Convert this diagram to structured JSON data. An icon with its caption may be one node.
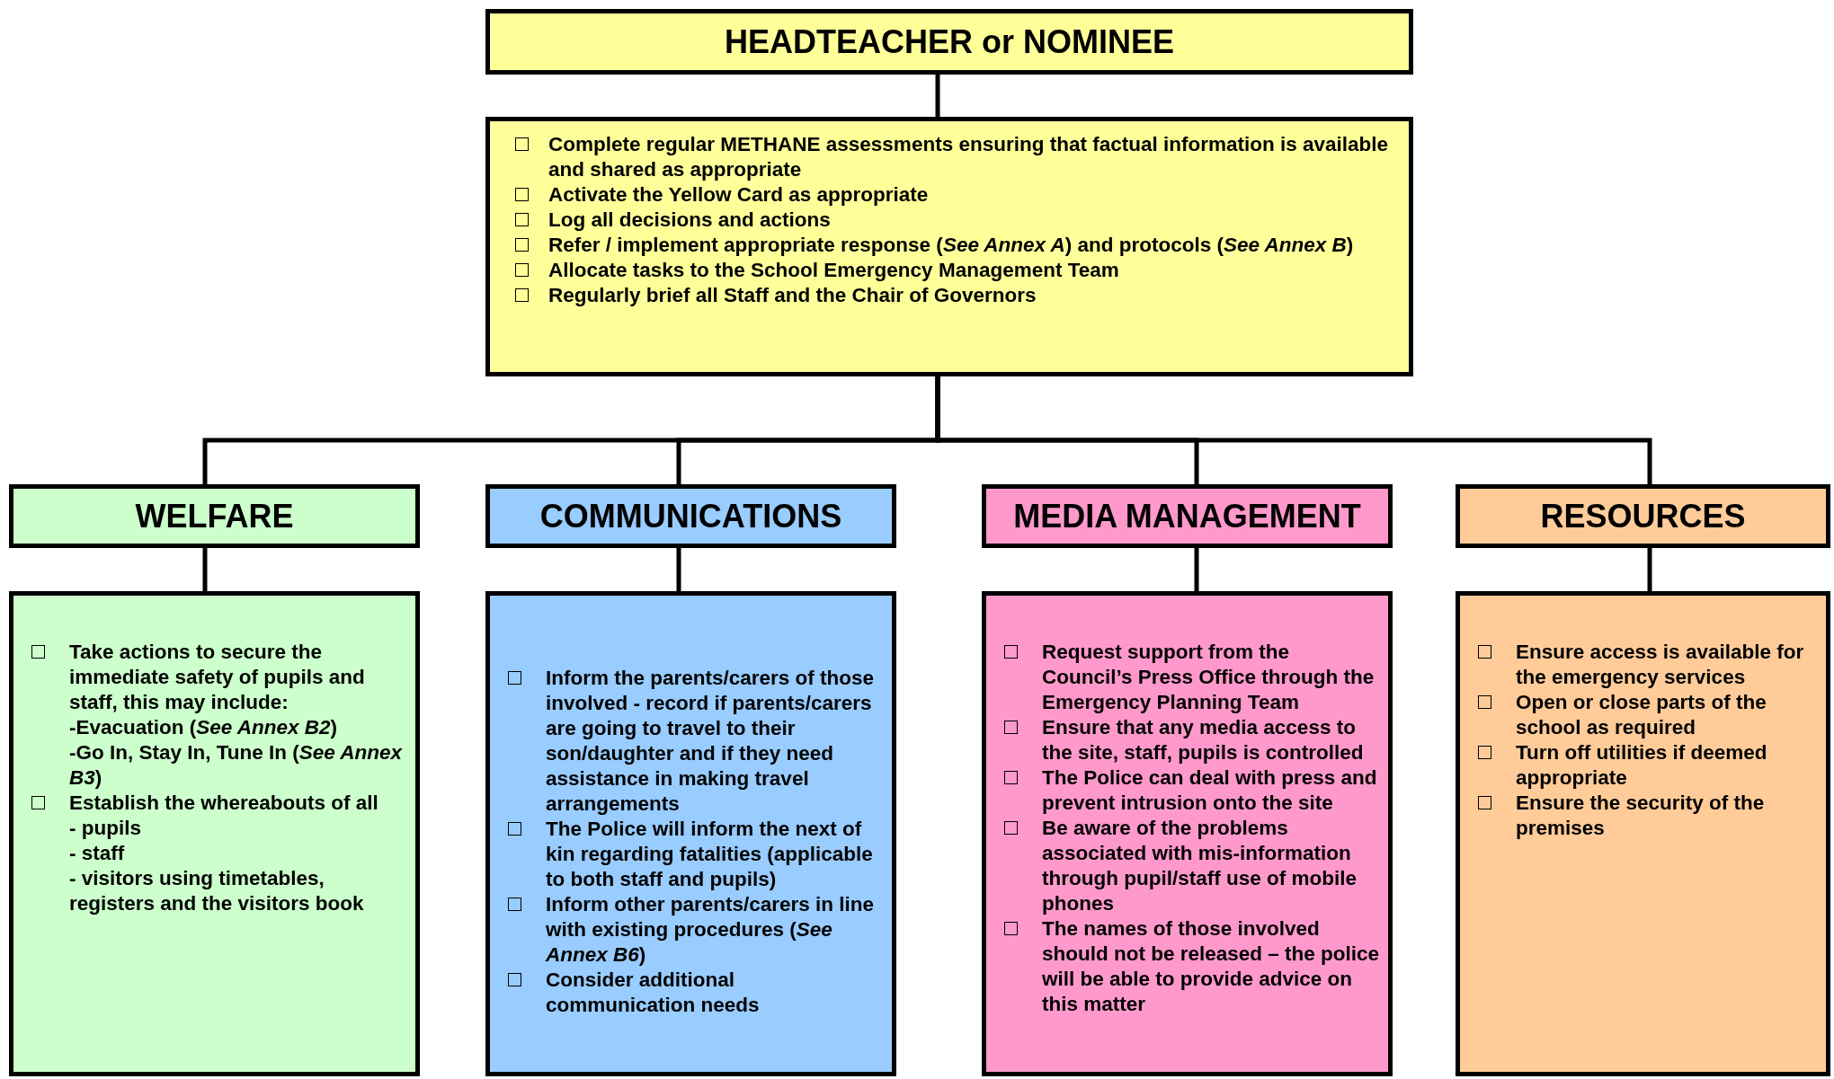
{
  "diagram": {
    "nodes": [
      {
        "text": [
          "HEADTEACHER or NOMINEE"
        ]
      },
      {
        "text": [
          "Complete regular METHANE assessments ensuring that factual information is available and shared as appropriate",
          "Activate the Yellow Card as appropriate",
          "Log all decisions and actions",
          "Refer / implement appropriate response (*See Annex A*) and protocols (*See Annex B*)",
          "Allocate tasks to the School Emergency Management Team",
          "Regularly brief all Staff and the Chair of Governors"
        ]
      },
      {
        "text": [
          "WELFARE"
        ]
      },
      {
        "text": [
          "COMMUNICATIONS"
        ]
      },
      {
        "text": [
          "MEDIA MANAGEMENT"
        ]
      },
      {
        "text": [
          "RESOURCES"
        ]
      },
      {
        "text": [
          "Take actions to secure the immediate safety of pupils and staff, this may include:",
          "-Evacuation (*See Annex B2*)",
          "-Go In, Stay In, Tune In (*See Annex B3*)",
          "Establish the whereabouts of all",
          "- pupils",
          "- staff",
          "- visitors using timetables, registers and the visitors book"
        ]
      },
      {
        "text": [
          "Inform the parents/carers of those involved - record if parents/carers are going to travel to their son/daughter and if they need assistance in making travel arrangements",
          "The Police will inform the next of kin regarding fatalities (applicable to both staff and pupils)",
          "Inform other parents/carers in line with existing procedures (*See Annex B6*)",
          "Consider additional communication needs"
        ]
      },
      {
        "text": [
          "Request support from the Council’s Press Office through the Emergency Planning Team",
          "Ensure that any media access to the site, staff, pupils is controlled",
          "The Police can deal with press and prevent intrusion onto the site",
          "Be aware of the problems associated with mis-information through pupil/staff use of mobile phones",
          "The names of those involved should not be released – the police will be able to provide advice on this matter"
        ]
      },
      {
        "text": [
          "Ensure access is available for the emergency services",
          "Open or close parts of the school as required",
          "Turn off utilities if deemed appropriate",
          "Ensure the security of the premises"
        ]
      }
    ],
    "edges": [
      {
        "from": 0,
        "to": 1,
        "arrow": "none"
      },
      {
        "from": 1,
        "to": 2,
        "arrow": "none"
      },
      {
        "from": 1,
        "to": 3,
        "arrow": "none"
      },
      {
        "from": 1,
        "to": 4,
        "arrow": "none"
      },
      {
        "from": 1,
        "to": 5,
        "arrow": "none"
      },
      {
        "from": 2,
        "to": 6,
        "arrow": "none"
      },
      {
        "from": 3,
        "to": 7,
        "arrow": "none"
      },
      {
        "from": 4,
        "to": 8,
        "arrow": "none"
      },
      {
        "from": 5,
        "to": 9,
        "arrow": "none"
      }
    ]
  }
}
